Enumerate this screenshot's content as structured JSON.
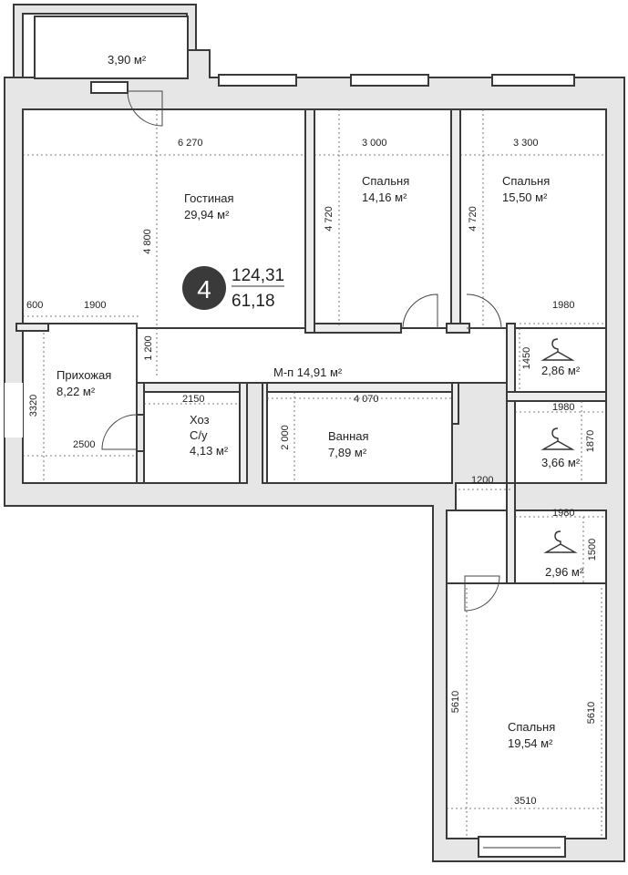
{
  "badge": {
    "rooms": "4",
    "total_area": "124,31",
    "living_area": "61,18"
  },
  "rooms": {
    "balcony": {
      "area": "3,90 м²"
    },
    "living": {
      "name": "Гостиная",
      "area": "29,94 м²"
    },
    "bedroom1": {
      "name": "Спальня",
      "area": "14,16 м²"
    },
    "bedroom2": {
      "name": "Спальня",
      "area": "15,50 м²"
    },
    "hall": {
      "name": "Прихожая",
      "area": "8,22 м²"
    },
    "corridor": {
      "name": "М-п 14,91 м²"
    },
    "utility": {
      "name1": "Хоз",
      "name2": "С/у",
      "area": "4,13 м²"
    },
    "bath": {
      "name": "Ванная",
      "area": "7,89 м²"
    },
    "closet1": {
      "area": "2,86 м²"
    },
    "closet2": {
      "area": "3,66 м²"
    },
    "closet3": {
      "area": "2,96 м²"
    },
    "bedroom3": {
      "name": "Спальня",
      "area": "19,54 м²"
    }
  },
  "dims": {
    "living_w": "6 270",
    "bed1_w": "3 000",
    "bed2_w": "3 300",
    "living_h": "4 800",
    "bed1_h": "4 720",
    "bed2_h": "4 720",
    "d600": "600",
    "d1900": "1900",
    "d1200v": "1 200",
    "closet1_w": "1980",
    "closet1_h": "1450",
    "hall_h": "3320",
    "util_w": "2150",
    "bath_w": "4 070",
    "hall_w": "2500",
    "bath_h": "2 000",
    "closet2_w": "1980",
    "closet2_h": "1870",
    "pass_w": "1200",
    "closet3_w": "1980",
    "closet3_h": "1500",
    "bed3_h_left": "5610",
    "bed3_h_right": "5610",
    "bed3_w": "3510"
  },
  "icons": [
    "hanger-icon",
    "door-swing-icon",
    "window-icon"
  ]
}
